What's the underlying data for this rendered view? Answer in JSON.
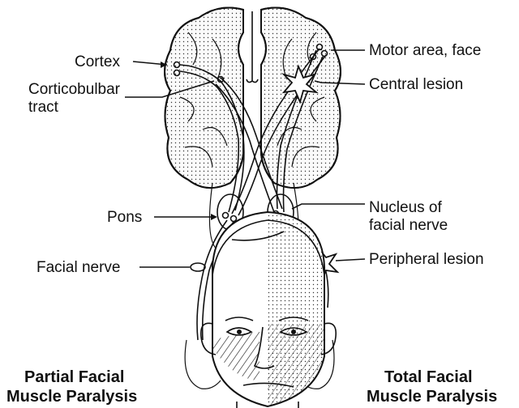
{
  "labels": {
    "cortex": "Cortex",
    "corticobulbar_1": "Corticobulbar",
    "corticobulbar_2": "tract",
    "motor_area": "Motor area, face",
    "central_lesion": "Central lesion",
    "pons": "Pons",
    "nucleus_1": "Nucleus of",
    "nucleus_2": "facial nerve",
    "facial_nerve": "Facial nerve",
    "peripheral_lesion": "Peripheral lesion",
    "partial_1": "Partial Facial",
    "partial_2": "Muscle Paralysis",
    "total_1": "Total Facial",
    "total_2": "Muscle Paralysis"
  }
}
